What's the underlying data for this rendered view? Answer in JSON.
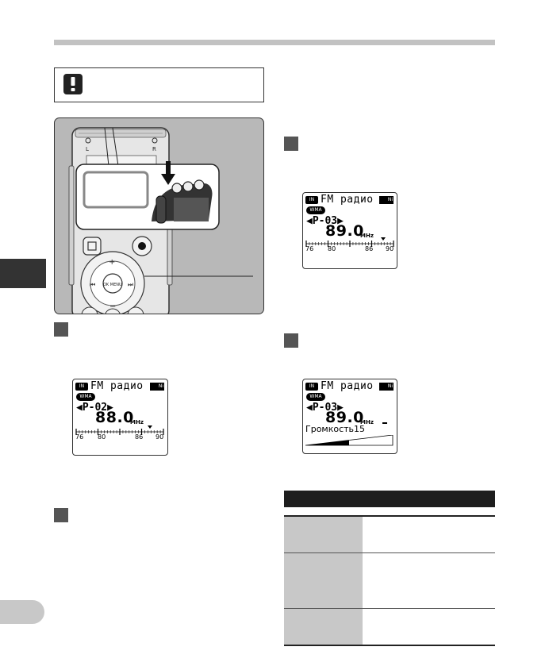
{
  "lcd_a": {
    "in_icon": "IN",
    "title": "FM радио",
    "battery": "Ni",
    "format": "WMA",
    "preset": "◀P-02▶",
    "frequency": "88.0",
    "unit": "MHz",
    "scale": [
      "76",
      "80",
      "86",
      "90"
    ]
  },
  "lcd_b": {
    "in_icon": "IN",
    "title": "FM радио",
    "battery": "Ni",
    "format": "WMA",
    "preset": "◀P-03▶",
    "frequency": "89.0",
    "unit": "MHz",
    "scale": [
      "76",
      "80",
      "86",
      "90"
    ]
  },
  "lcd_c": {
    "in_icon": "IN",
    "title": "FM радио",
    "battery": "Ni",
    "format": "WMA",
    "preset": "◀P-03▶",
    "frequency": "89.0",
    "unit": "MHz",
    "volume_label": "Громкость15",
    "volume_level": 15,
    "volume_max": 30
  },
  "illustration": {
    "left_mark": "L",
    "right_mark": "R",
    "menu_label": "OK MENU"
  },
  "icons": {
    "warning": "exclamation-icon",
    "arrow": "arrow-down-icon",
    "stop": "stop-icon",
    "record": "record-icon",
    "rewind": "rewind-icon",
    "forward": "fast-forward-icon"
  },
  "colors": {
    "rule": "#c2c2c2",
    "dark": "#333333",
    "cell": "#c8c8c8",
    "panel": "#b8b8b8"
  }
}
